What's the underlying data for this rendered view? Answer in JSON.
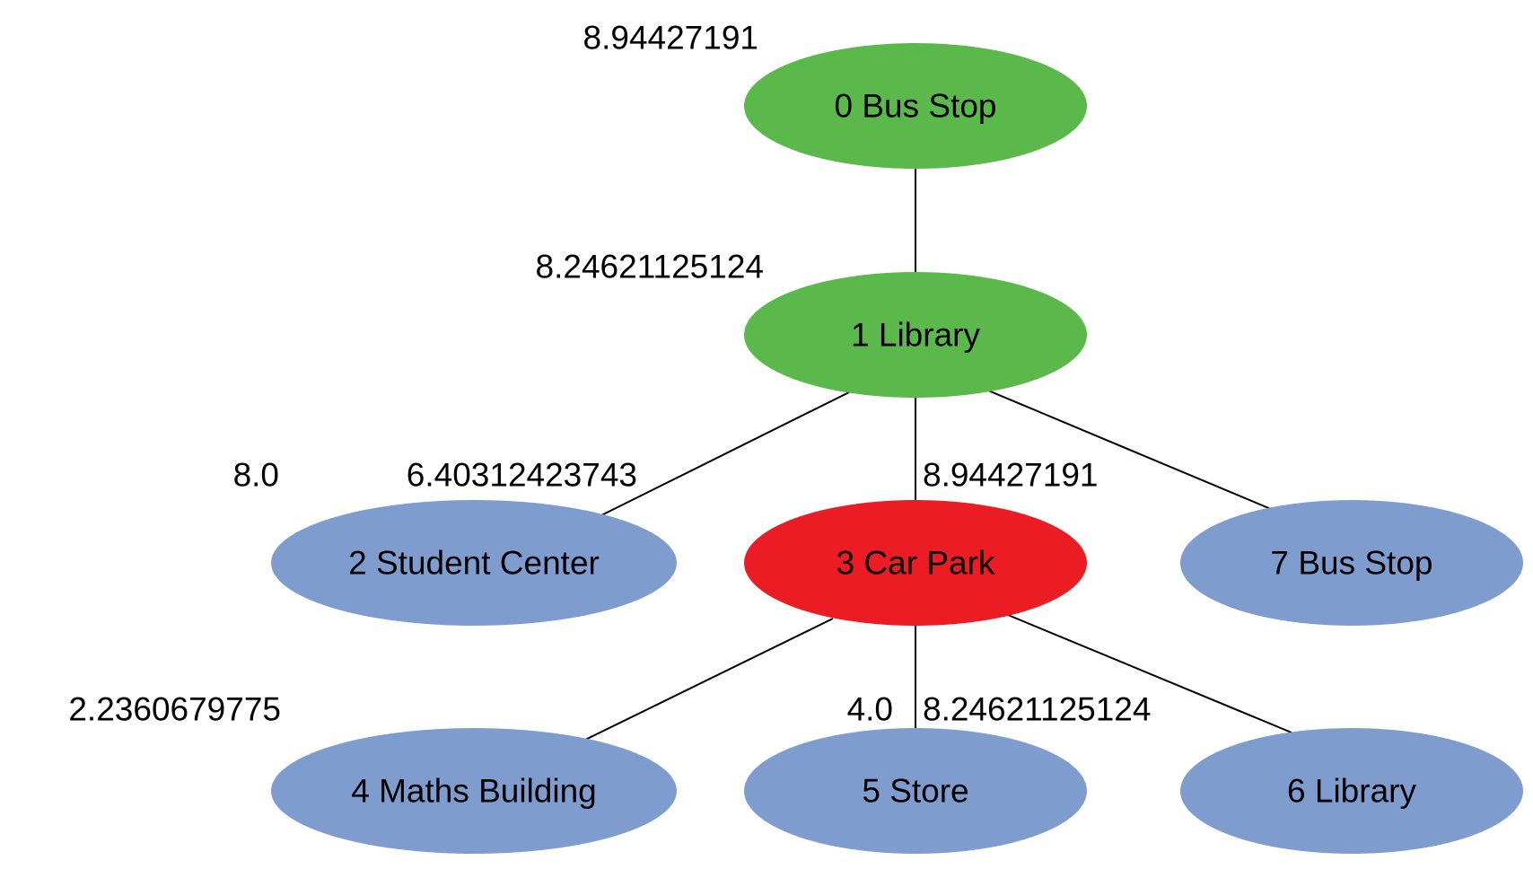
{
  "colors": {
    "visited": "#5bb94b",
    "current": "#ec1c24",
    "frontier": "#7f9ccf"
  },
  "nodes": [
    {
      "id": "0",
      "label": "0 Bus Stop",
      "state": "visited"
    },
    {
      "id": "1",
      "label": "1 Library",
      "state": "visited"
    },
    {
      "id": "2",
      "label": "2 Student Center",
      "state": "frontier"
    },
    {
      "id": "3",
      "label": "3 Car Park",
      "state": "current"
    },
    {
      "id": "7",
      "label": "7 Bus Stop",
      "state": "frontier"
    },
    {
      "id": "4",
      "label": "4 Maths Building",
      "state": "frontier"
    },
    {
      "id": "5",
      "label": "5 Store",
      "state": "frontier"
    },
    {
      "id": "6",
      "label": "6 Library",
      "state": "frontier"
    }
  ],
  "edges": [
    {
      "from": "0",
      "to": "1"
    },
    {
      "from": "1",
      "to": "2"
    },
    {
      "from": "1",
      "to": "3"
    },
    {
      "from": "1",
      "to": "7"
    },
    {
      "from": "3",
      "to": "4"
    },
    {
      "from": "3",
      "to": "5"
    },
    {
      "from": "3",
      "to": "6"
    }
  ],
  "cost_labels": [
    "8.94427191",
    "8.24621125124",
    "8.0",
    "6.40312423743",
    "8.94427191",
    "2.2360679775",
    "4.0",
    "8.24621125124"
  ]
}
